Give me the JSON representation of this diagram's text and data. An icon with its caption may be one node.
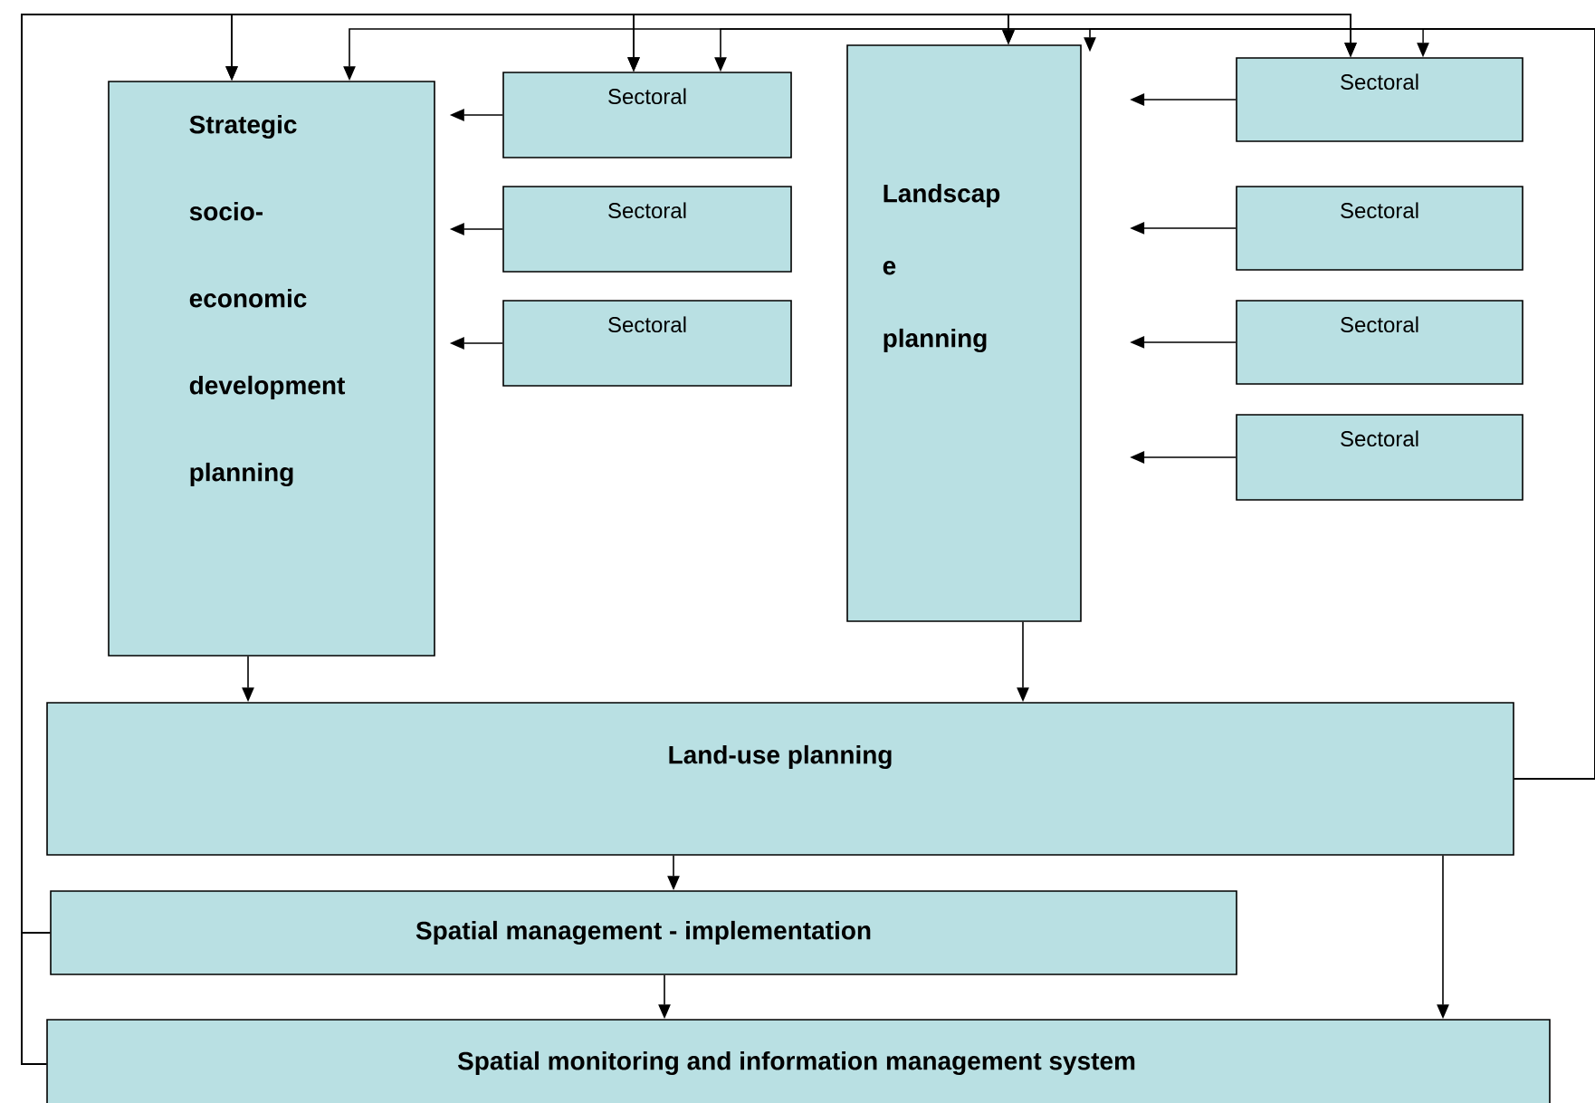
{
  "diagram": {
    "nodes": [
      {
        "text": [
          "Strategic socio- economic development planning"
        ]
      },
      {
        "text": [
          "Sectoral"
        ]
      },
      {
        "text": [
          "Sectoral"
        ]
      },
      {
        "text": [
          "Sectoral"
        ]
      },
      {
        "text": [
          "Landscap e planning"
        ]
      },
      {
        "text": [
          "Sectoral"
        ]
      },
      {
        "text": [
          "Sectoral"
        ]
      },
      {
        "text": [
          "Sectoral"
        ]
      },
      {
        "text": [
          "Sectoral"
        ]
      },
      {
        "text": [
          "Land-use planning"
        ]
      },
      {
        "text": [
          "Spatial management - implementation"
        ]
      },
      {
        "text": [
          "Spatial monitoring and information management system"
        ]
      }
    ],
    "edges": [
      {
        "from": 1,
        "to": 0,
        "arrow": "to"
      },
      {
        "from": 2,
        "to": 0,
        "arrow": "to"
      },
      {
        "from": 3,
        "to": 0,
        "arrow": "to"
      },
      {
        "from": 5,
        "to": 4,
        "arrow": "to"
      },
      {
        "from": 6,
        "to": 4,
        "arrow": "to"
      },
      {
        "from": 7,
        "to": 4,
        "arrow": "to"
      },
      {
        "from": 8,
        "to": 4,
        "arrow": "to"
      },
      {
        "from": 0,
        "to": 9,
        "arrow": "to"
      },
      {
        "from": 4,
        "to": 9,
        "arrow": "to"
      },
      {
        "from": 9,
        "to": 10,
        "arrow": "to"
      },
      {
        "from": 10,
        "to": 11,
        "arrow": "to"
      },
      {
        "from": 9,
        "to": 11,
        "arrow": "to"
      },
      {
        "from": 11,
        "to": 0,
        "arrow": "to"
      },
      {
        "from": 11,
        "to": 1,
        "arrow": "to"
      },
      {
        "from": 11,
        "to": 4,
        "arrow": "to"
      },
      {
        "from": 11,
        "to": 5,
        "arrow": "to"
      },
      {
        "from": 10,
        "to": 0,
        "arrow": "to"
      },
      {
        "from": 10,
        "to": 1,
        "arrow": "to"
      },
      {
        "from": 10,
        "to": 4,
        "arrow": "to"
      },
      {
        "from": 10,
        "to": 5,
        "arrow": "to"
      },
      {
        "from": 9,
        "to": 0,
        "arrow": "to"
      },
      {
        "from": 9,
        "to": 1,
        "arrow": "to"
      },
      {
        "from": 9,
        "to": 4,
        "arrow": "to"
      },
      {
        "from": 9,
        "to": 5,
        "arrow": "to"
      }
    ]
  }
}
